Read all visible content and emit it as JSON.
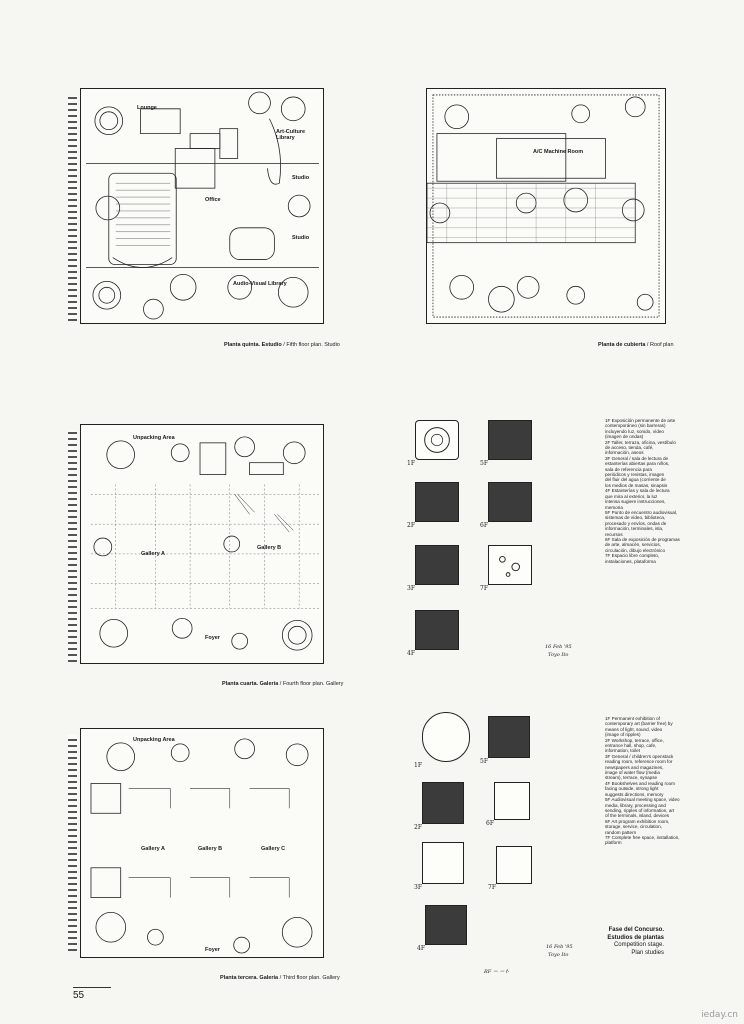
{
  "plans": {
    "fifth": {
      "caption_bold": "Planta quinta. Estudio",
      "caption_rest": " / Fifth floor plan. Studio",
      "labels": [
        "Lounge",
        "Art-Culture Library",
        "Office",
        "Studio",
        "Studio",
        "Audio-Visual Library"
      ]
    },
    "roof": {
      "caption_bold": "Planta de cubierta",
      "caption_rest": " / Roof plan",
      "labels": [
        "A/C Machine Room"
      ]
    },
    "fourth": {
      "caption_bold": "Planta cuarta. Galería",
      "caption_rest": " / Fourth floor plan. Gallery",
      "labels": [
        "Unpacking Area",
        "Gallery A",
        "Gallery B",
        "Foyer"
      ]
    },
    "third": {
      "caption_bold": "Planta tercera. Galería",
      "caption_rest": " / Third floor plan. Gallery",
      "labels": [
        "Unpacking Area",
        "Gallery A",
        "Gallery B",
        "Gallery C",
        "Foyer"
      ]
    }
  },
  "legend_es": [
    "1F  Exposición permanente de arte",
    "contemporáneo (sin barreras)",
    "incluyendo luz, sonido, vídeo",
    "(imagen de ondas)",
    "2F  Taller, terraza, oficina, vestíbulo",
    "de acceso, tienda, café,",
    "información, aseos",
    "3F  General / sala de lectura de",
    "estanterías abiertas para niños,",
    "sala de referencia para",
    "periódicos y revistas, imagen",
    "del fluir del agua (corriente de",
    "los medios de masas, sinapsis",
    "4F  Estanterías y sala de lectura",
    "que mira al exterior, la luz",
    "intensa sugiere instrucciones,",
    "memoria",
    "5F  Punto de encuentro audiovisual,",
    "sistemas de vídeo, biblioteca,",
    "procesado y envíos, ondas de",
    "información, terminales, isla,",
    "recursos",
    "6F  Sala de exposición de programas",
    "de arte, almacén, servicios,",
    "circulación, dibujo electrónico",
    "7F  Espacio libre completo,",
    "instalaciones, plataforma"
  ],
  "legend_en": [
    "1F  Permanent exhibition of",
    "contemporary art (barrier free) by",
    "means of light, sound, video",
    "(image of ripples)",
    "2F  Workshop, terrace, office,",
    "entrance hall, shop, cafe,",
    "information, toilet",
    "3F  General / children's openstack",
    "reading room, reference room for",
    "newspapers and magazines,",
    "image of water flow (media",
    "stream), terrace, synapse",
    "4F  Bookshelves and reading room",
    "facing outside, strong light",
    "suggests directions, memory",
    "5F  Audiovisual meeting space, video",
    "media, library, processing and",
    "sending, ripples of information, art",
    "of the terminals, island, devices",
    "6F  Art program exhibition room,",
    "storage, service, circulation,",
    "random pattern",
    "7F  Complete free space, installation,",
    "platform"
  ],
  "stage_caption": [
    "Fase del Concurso.",
    "Estudios de plantas",
    "Competition stage.",
    "Plan studies"
  ],
  "sketch_codes": [
    "1F",
    "5F",
    "2F",
    "6F",
    "3F",
    "7F",
    "4F"
  ],
  "sketch_notes_1": [
    "16 Feb '95",
    "Toyo Ito"
  ],
  "sketch_notes_2": [
    "16 Feb '95",
    "Toyo Ito"
  ],
  "sketch_footer": "RF ー ート",
  "page_number": "55",
  "watermark": "ieday.cn"
}
